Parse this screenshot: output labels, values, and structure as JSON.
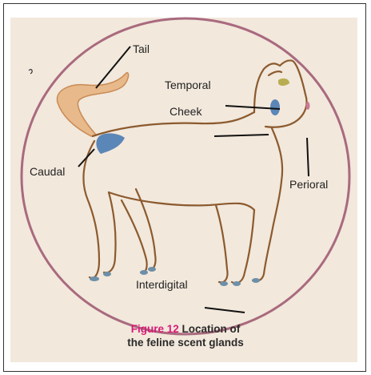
{
  "labels": {
    "tail": "Tail",
    "temporal": "Temporal",
    "cheek": "Cheek",
    "caudal": "Caudal",
    "perioral": "Perioral",
    "interdigital": "Interdigital"
  },
  "caption": {
    "figure_number": "Figure 12",
    "title_line1": "Location of",
    "title_line2": "the feline scent glands"
  },
  "colors": {
    "panel": "#f2e8dc",
    "circle": "#a96a7e",
    "cat_outline": "#8c5a2e",
    "tail_fill": "#e8b98a",
    "gland": "#5b86b8",
    "temporal_gland": "#b9ad52",
    "figure_accent": "#d81b78"
  }
}
